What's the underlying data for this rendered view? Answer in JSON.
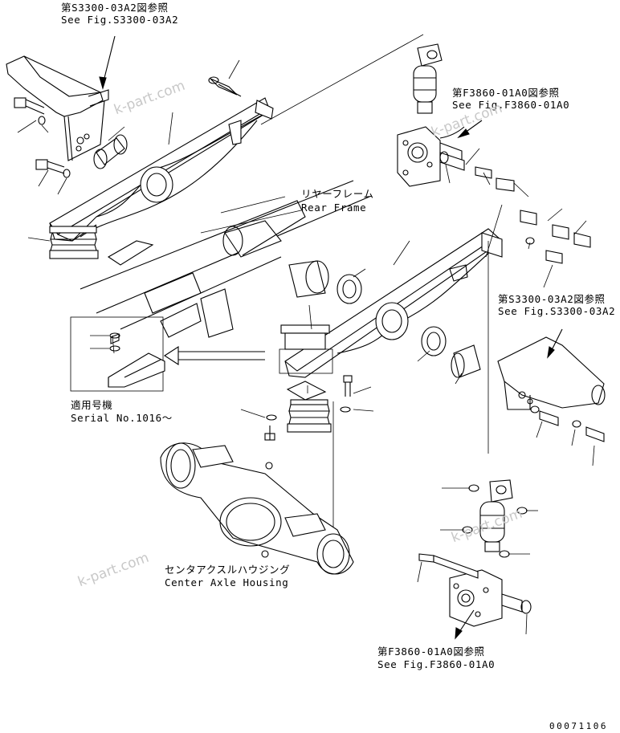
{
  "labels": {
    "ref_top_left_jp": "第S3300-03A2図参照",
    "ref_top_left_en": "See Fig.S3300-03A2",
    "ref_top_right_jp": "第F3860-01A0図参照",
    "ref_top_right_en": "See Fig.F3860-01A0",
    "rear_frame_jp": "リヤーフレーム",
    "rear_frame_en": "Rear Frame",
    "ref_mid_right_jp": "第S3300-03A2図参照",
    "ref_mid_right_en": "See Fig.S3300-03A2",
    "serial_jp": "適用号機",
    "serial_en": "Serial No.1016～",
    "axle_jp": "センタアクスルハウジング",
    "axle_en": "Center Axle Housing",
    "ref_bottom_jp": "第F3860-01A0図参照",
    "ref_bottom_en": "See Fig.F3860-01A0"
  },
  "watermarks": [
    "k-part.com",
    "k-part.com",
    "k-part.com",
    "k-part.com"
  ],
  "document_number": "00071106"
}
